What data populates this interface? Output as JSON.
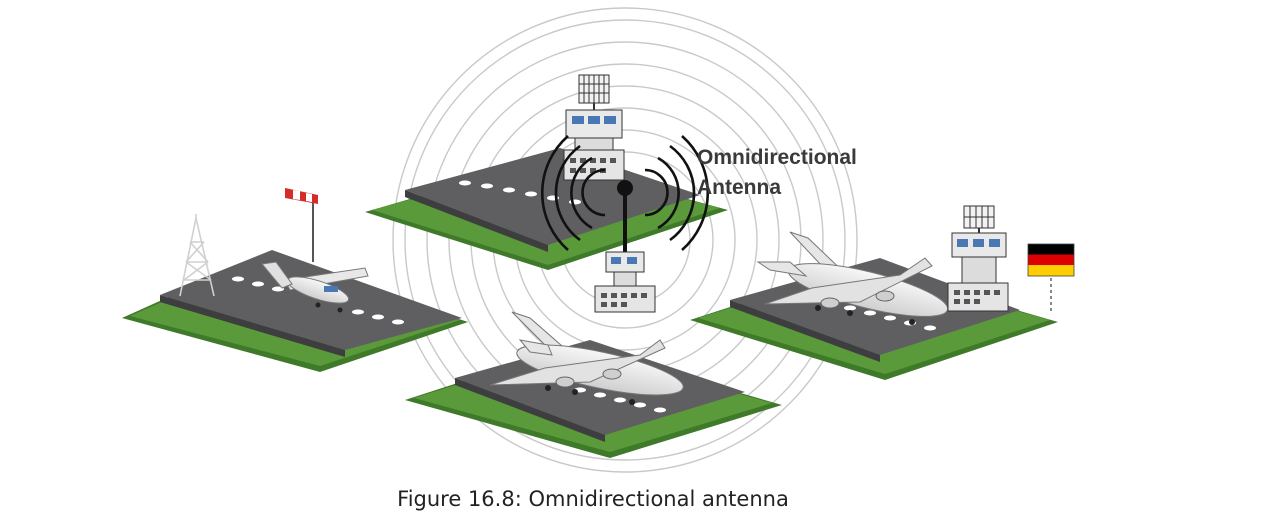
{
  "figure": {
    "antenna_label": [
      "Omnidirectional",
      "Antenna"
    ],
    "caption": "Figure 16.8: Omnidirectional antenna"
  },
  "colors": {
    "runway": "#5f5f62",
    "runway_edge": "#3e3e40",
    "grass": "#5a9a3a",
    "grass_dark": "#3f7a2a",
    "rings": "#c9c9c9",
    "signal": "#111111",
    "flag": [
      "#000000",
      "#dd0000",
      "#ffce00"
    ],
    "windsock": [
      "#d62b2b",
      "#ffffff"
    ]
  },
  "elements": {
    "airports": [
      "airport-left",
      "airport-top",
      "airport-bottom",
      "airport-right"
    ],
    "aircraft": [
      "small-plane",
      "jet-bottom",
      "jet-right"
    ],
    "icons": [
      "radio-mast-icon",
      "windsock-icon",
      "control-tower-icon",
      "omni-antenna-icon",
      "german-flag-icon"
    ]
  }
}
